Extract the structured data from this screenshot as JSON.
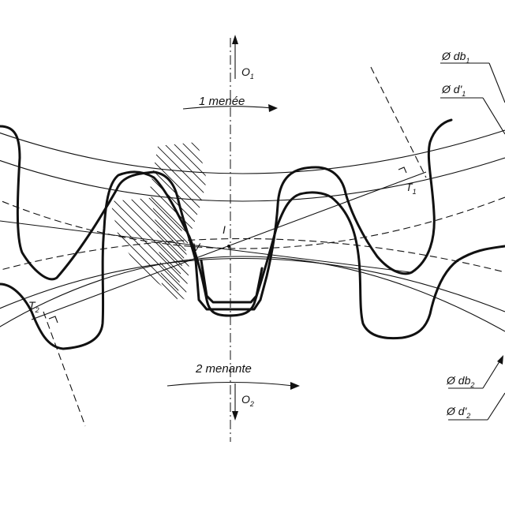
{
  "labels": {
    "o1": "O",
    "o1_sub": "1",
    "o2": "O",
    "o2_sub": "2",
    "wheel1": "1 menée",
    "wheel2": "2 menante",
    "point_i": "I",
    "point_v": "V",
    "t1": "T",
    "t1_sub": "1",
    "t2": "T",
    "t2_sub": "2",
    "db1": "Ø db",
    "db1_sub": "1",
    "d1": "Ø d'",
    "d1_sub": "1",
    "db2": "Ø db",
    "db2_sub": "2",
    "d2": "Ø d'",
    "d2_sub": "2"
  }
}
